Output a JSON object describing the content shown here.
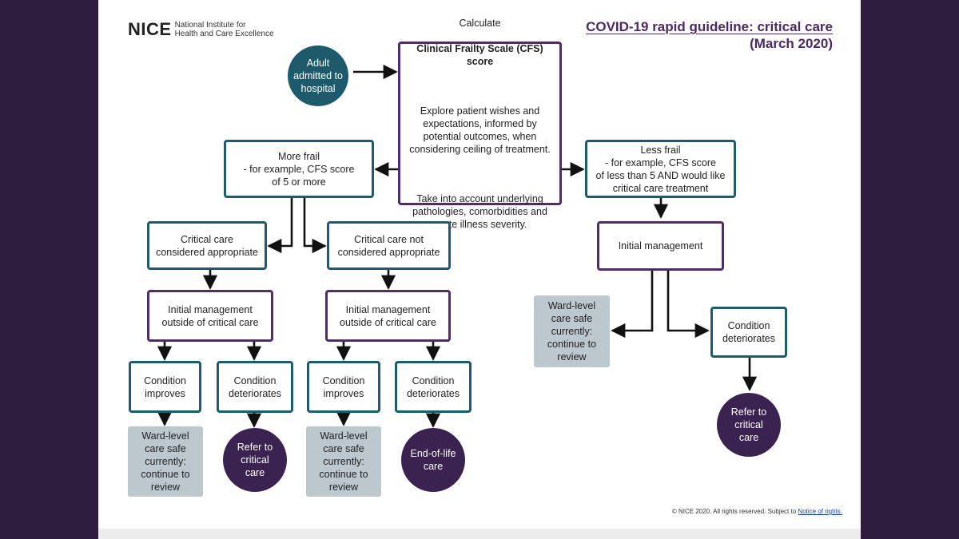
{
  "header": {
    "logo_mark": "NICE",
    "logo_line1": "National Institute for",
    "logo_line2": "Health and Care Excellence",
    "title_line1": "COVID-19 rapid guideline: critical care",
    "title_line2": "(March 2020)"
  },
  "nodes": {
    "adult": "Adult\nadmitted to\nhospital",
    "calculate_line1": "Calculate",
    "calculate_line2": "Clinical Frailty Scale (CFS) score",
    "calculate_para2": "Explore patient wishes and\nexpectations, informed by\npotential outcomes, when\nconsidering ceiling of treatment.",
    "calculate_para3": "Take into account underlying\npathologies, comorbidities and\nacute illness severity.",
    "more_frail": "More frail\n- for example, CFS score\nof 5 or more",
    "less_frail": "Less frail\n- for example, CFS score\nof less than 5 AND would like\ncritical care treatment",
    "cc_appropriate": "Critical care\nconsidered appropriate",
    "cc_not_appropriate": "Critical care not\nconsidered appropriate",
    "initial_mgmt_right": "Initial management",
    "initial_mgmt_outside_1": "Initial management\noutside of critical care",
    "initial_mgmt_outside_2": "Initial management\noutside of critical care",
    "improves_1": "Condition\nimproves",
    "deteriorates_1": "Condition\ndeteriorates",
    "improves_2": "Condition\nimproves",
    "deteriorates_2": "Condition\ndeteriorates",
    "deteriorates_right": "Condition\ndeteriorates",
    "ward_1": "Ward-level\ncare safe\ncurrently:\ncontinue to\nreview",
    "ward_2": "Ward-level\ncare safe\ncurrently:\ncontinue to\nreview",
    "ward_right": "Ward-level\ncare safe\ncurrently:\ncontinue to\nreview",
    "refer_1": "Refer to\ncritical\ncare",
    "end_of_life": "End-of-life\ncare",
    "refer_right": "Refer to\ncritical\ncare"
  },
  "footer": {
    "text": "© NICE 2020. All rights reserved. Subject to",
    "link": "Notice of rights."
  },
  "colors": {
    "teal": "#1c5c6e",
    "purple": "#4d2e67",
    "grey_box": "#bcc8cd",
    "dark_purple_circle": "#3b2351",
    "background": "#2e1d3e"
  }
}
